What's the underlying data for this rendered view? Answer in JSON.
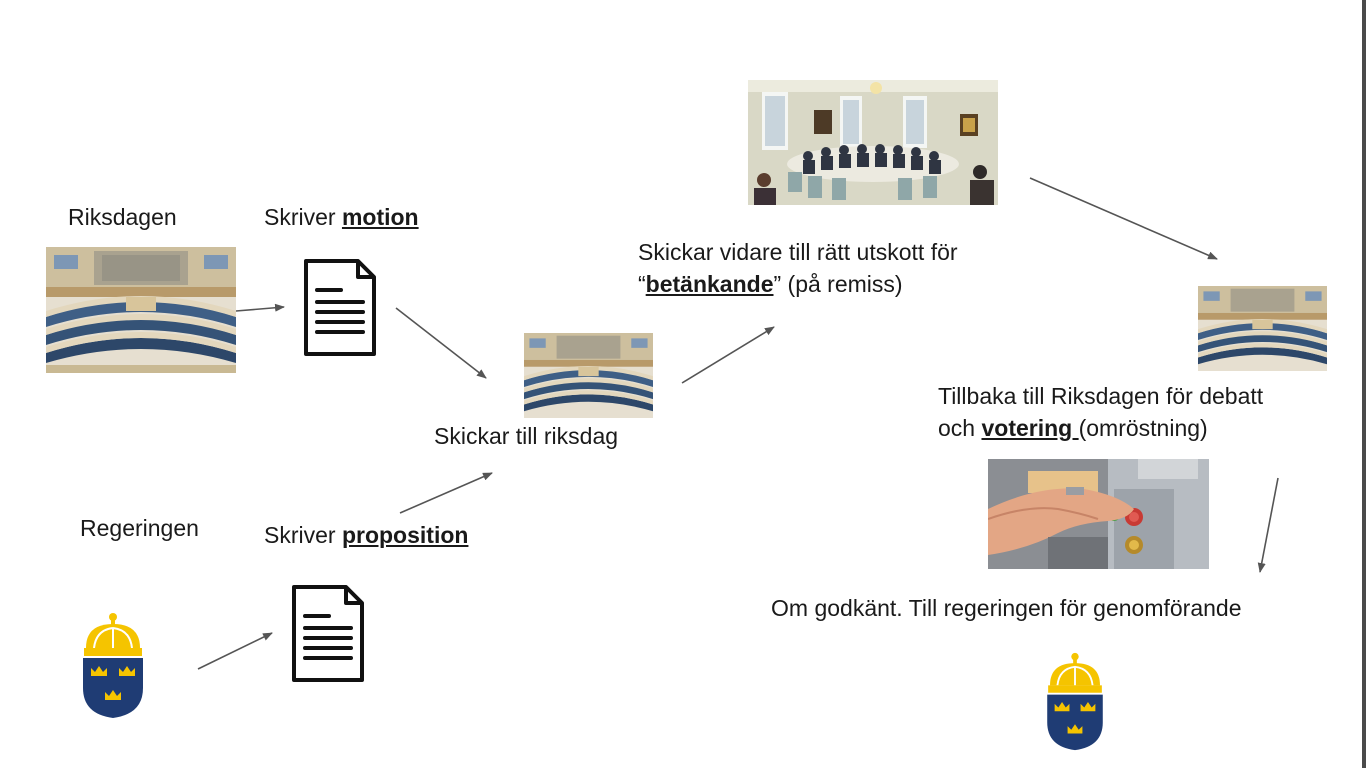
{
  "labels": {
    "riksdagen": "Riksdagen",
    "regeringen": "Regeringen",
    "skriver_motion_prefix": "Skriver ",
    "skriver_motion_term": "motion",
    "skriver_proposition_prefix": "Skriver ",
    "skriver_proposition_term": "proposition",
    "skickar_till_riksdag": "Skickar till riksdag",
    "skickar_vidare_line1": "Skickar vidare  till rätt utskott för",
    "skickar_vidare_open_quote": "“",
    "skickar_vidare_term": "betänkande",
    "skickar_vidare_rest": "” (på remiss)",
    "tillbaka_line1": "Tillbaka till Riksdagen för debatt",
    "tillbaka_prefix": "och ",
    "tillbaka_term": "votering ",
    "tillbaka_rest": "(omröstning)",
    "om_godkant": "Om godkänt. Till regeringen för genomförande"
  },
  "images": {
    "chamber": "riksdag-chamber-photo",
    "committee": "committee-meeting-photo",
    "voting": "voting-button-photo",
    "document": "document-icon",
    "crest": "swedish-crest-icon"
  },
  "colors": {
    "crest_gold": "#f5c400",
    "crest_blue": "#1f3c74",
    "arrow": "#555555",
    "text": "#1a1a1a"
  }
}
